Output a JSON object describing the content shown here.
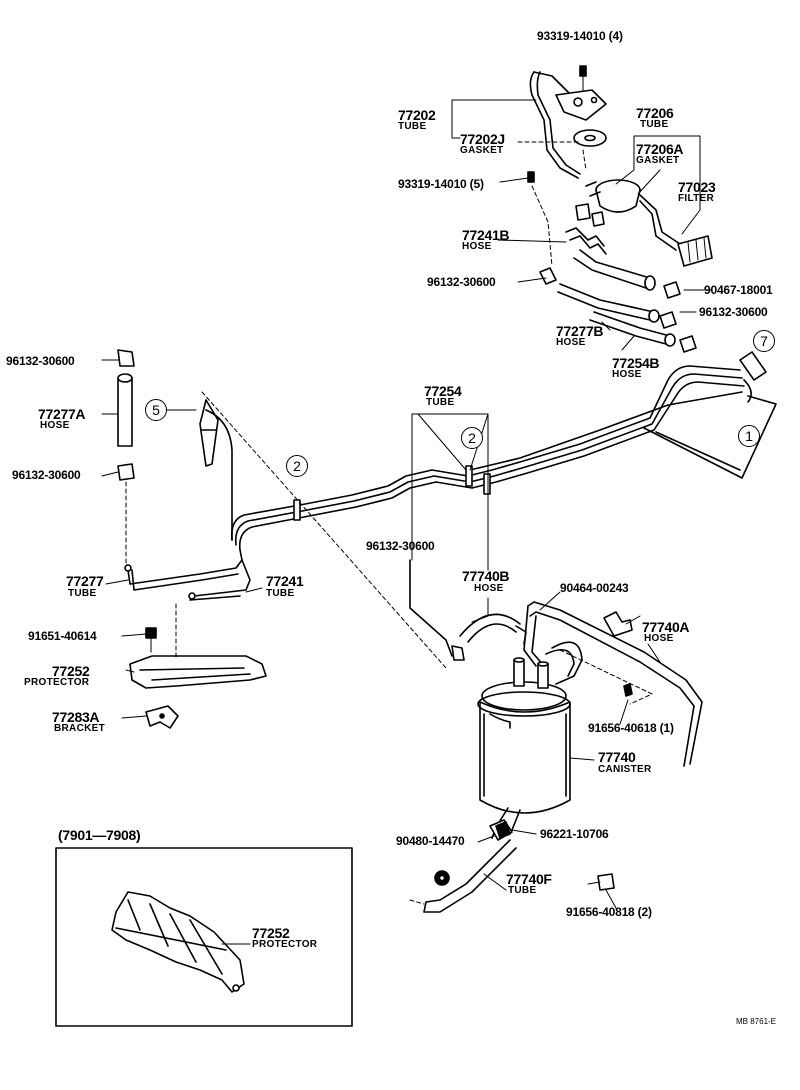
{
  "parts": {
    "p93319_top": "93319-14010 (4)",
    "p77202": "77202",
    "p77202_sub": "TUBE",
    "p77202J": "77202J",
    "p77202J_sub": "GASKET",
    "p77206": "77206",
    "p77206_sub": "TUBE",
    "p77206A": "77206A",
    "p77206A_sub": "GASKET",
    "p93319_mid": "93319-14010 (5)",
    "p77023": "77023",
    "p77023_sub": "FILTER",
    "p77241B": "77241B",
    "p77241B_sub": "HOSE",
    "p96132_a": "96132-30600",
    "p90467": "90467-18001",
    "p96132_b": "96132-30600",
    "p77277B": "77277B",
    "p77277B_sub": "HOSE",
    "p77254B": "77254B",
    "p77254B_sub": "HOSE",
    "p96132_c": "96132-30600",
    "p77277A": "77277A",
    "p77277A_sub": "HOSE",
    "p96132_d": "96132-30600",
    "p77254": "77254",
    "p77254_sub": "TUBE",
    "p96132_e": "96132-30600",
    "p77740B": "77740B",
    "p77740B_sub": "HOSE",
    "p90464": "90464-00243",
    "p77740A": "77740A",
    "p77740A_sub": "HOSE",
    "p77277": "77277",
    "p77277_sub": "TUBE",
    "p77241": "77241",
    "p77241_sub": "TUBE",
    "p91651": "91651-40614",
    "p77252": "77252",
    "p77252_sub": "PROTECTOR",
    "p77283A": "77283A",
    "p77283A_sub": "BRACKET",
    "p91656_a": "91656-40618 (1)",
    "p77740": "77740",
    "p77740_sub": "CANISTER",
    "p90480": "90480-14470",
    "p96221": "96221-10706",
    "p77740F": "77740F",
    "p77740F_sub": "TUBE",
    "p91656_b": "91656-40818 (2)",
    "inset_title": "(7901—7908)",
    "inset_part": "77252",
    "inset_sub": "PROTECTOR",
    "drawing_code": "MB 8761-E"
  },
  "callouts": {
    "c1": "1",
    "c2a": "2",
    "c2b": "2",
    "c5": "5",
    "c7": "7"
  }
}
